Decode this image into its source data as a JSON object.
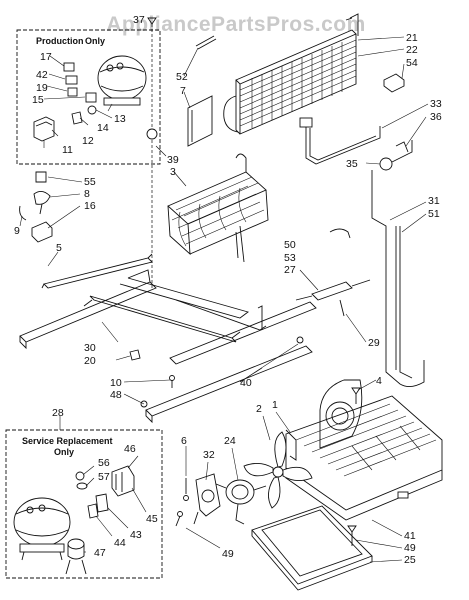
{
  "watermark": "AppliancePartsPros.com",
  "boxes": {
    "production": {
      "line1": "Production",
      "line2": "Only"
    },
    "service": {
      "line1": "Service Replacement",
      "line2": "Only"
    }
  },
  "labels": [
    "37",
    "17",
    "42",
    "19",
    "15",
    "14",
    "13",
    "12",
    "11",
    "52",
    "7",
    "39",
    "3",
    "21",
    "22",
    "54",
    "33",
    "36",
    "35",
    "55",
    "8",
    "16",
    "9",
    "5",
    "50",
    "53",
    "27",
    "31",
    "51",
    "30",
    "20",
    "10",
    "48",
    "40",
    "29",
    "4",
    "28",
    "46",
    "56",
    "57",
    "45",
    "43",
    "44",
    "47",
    "6",
    "32",
    "24",
    "2",
    "1",
    "49",
    "41",
    "25"
  ]
}
